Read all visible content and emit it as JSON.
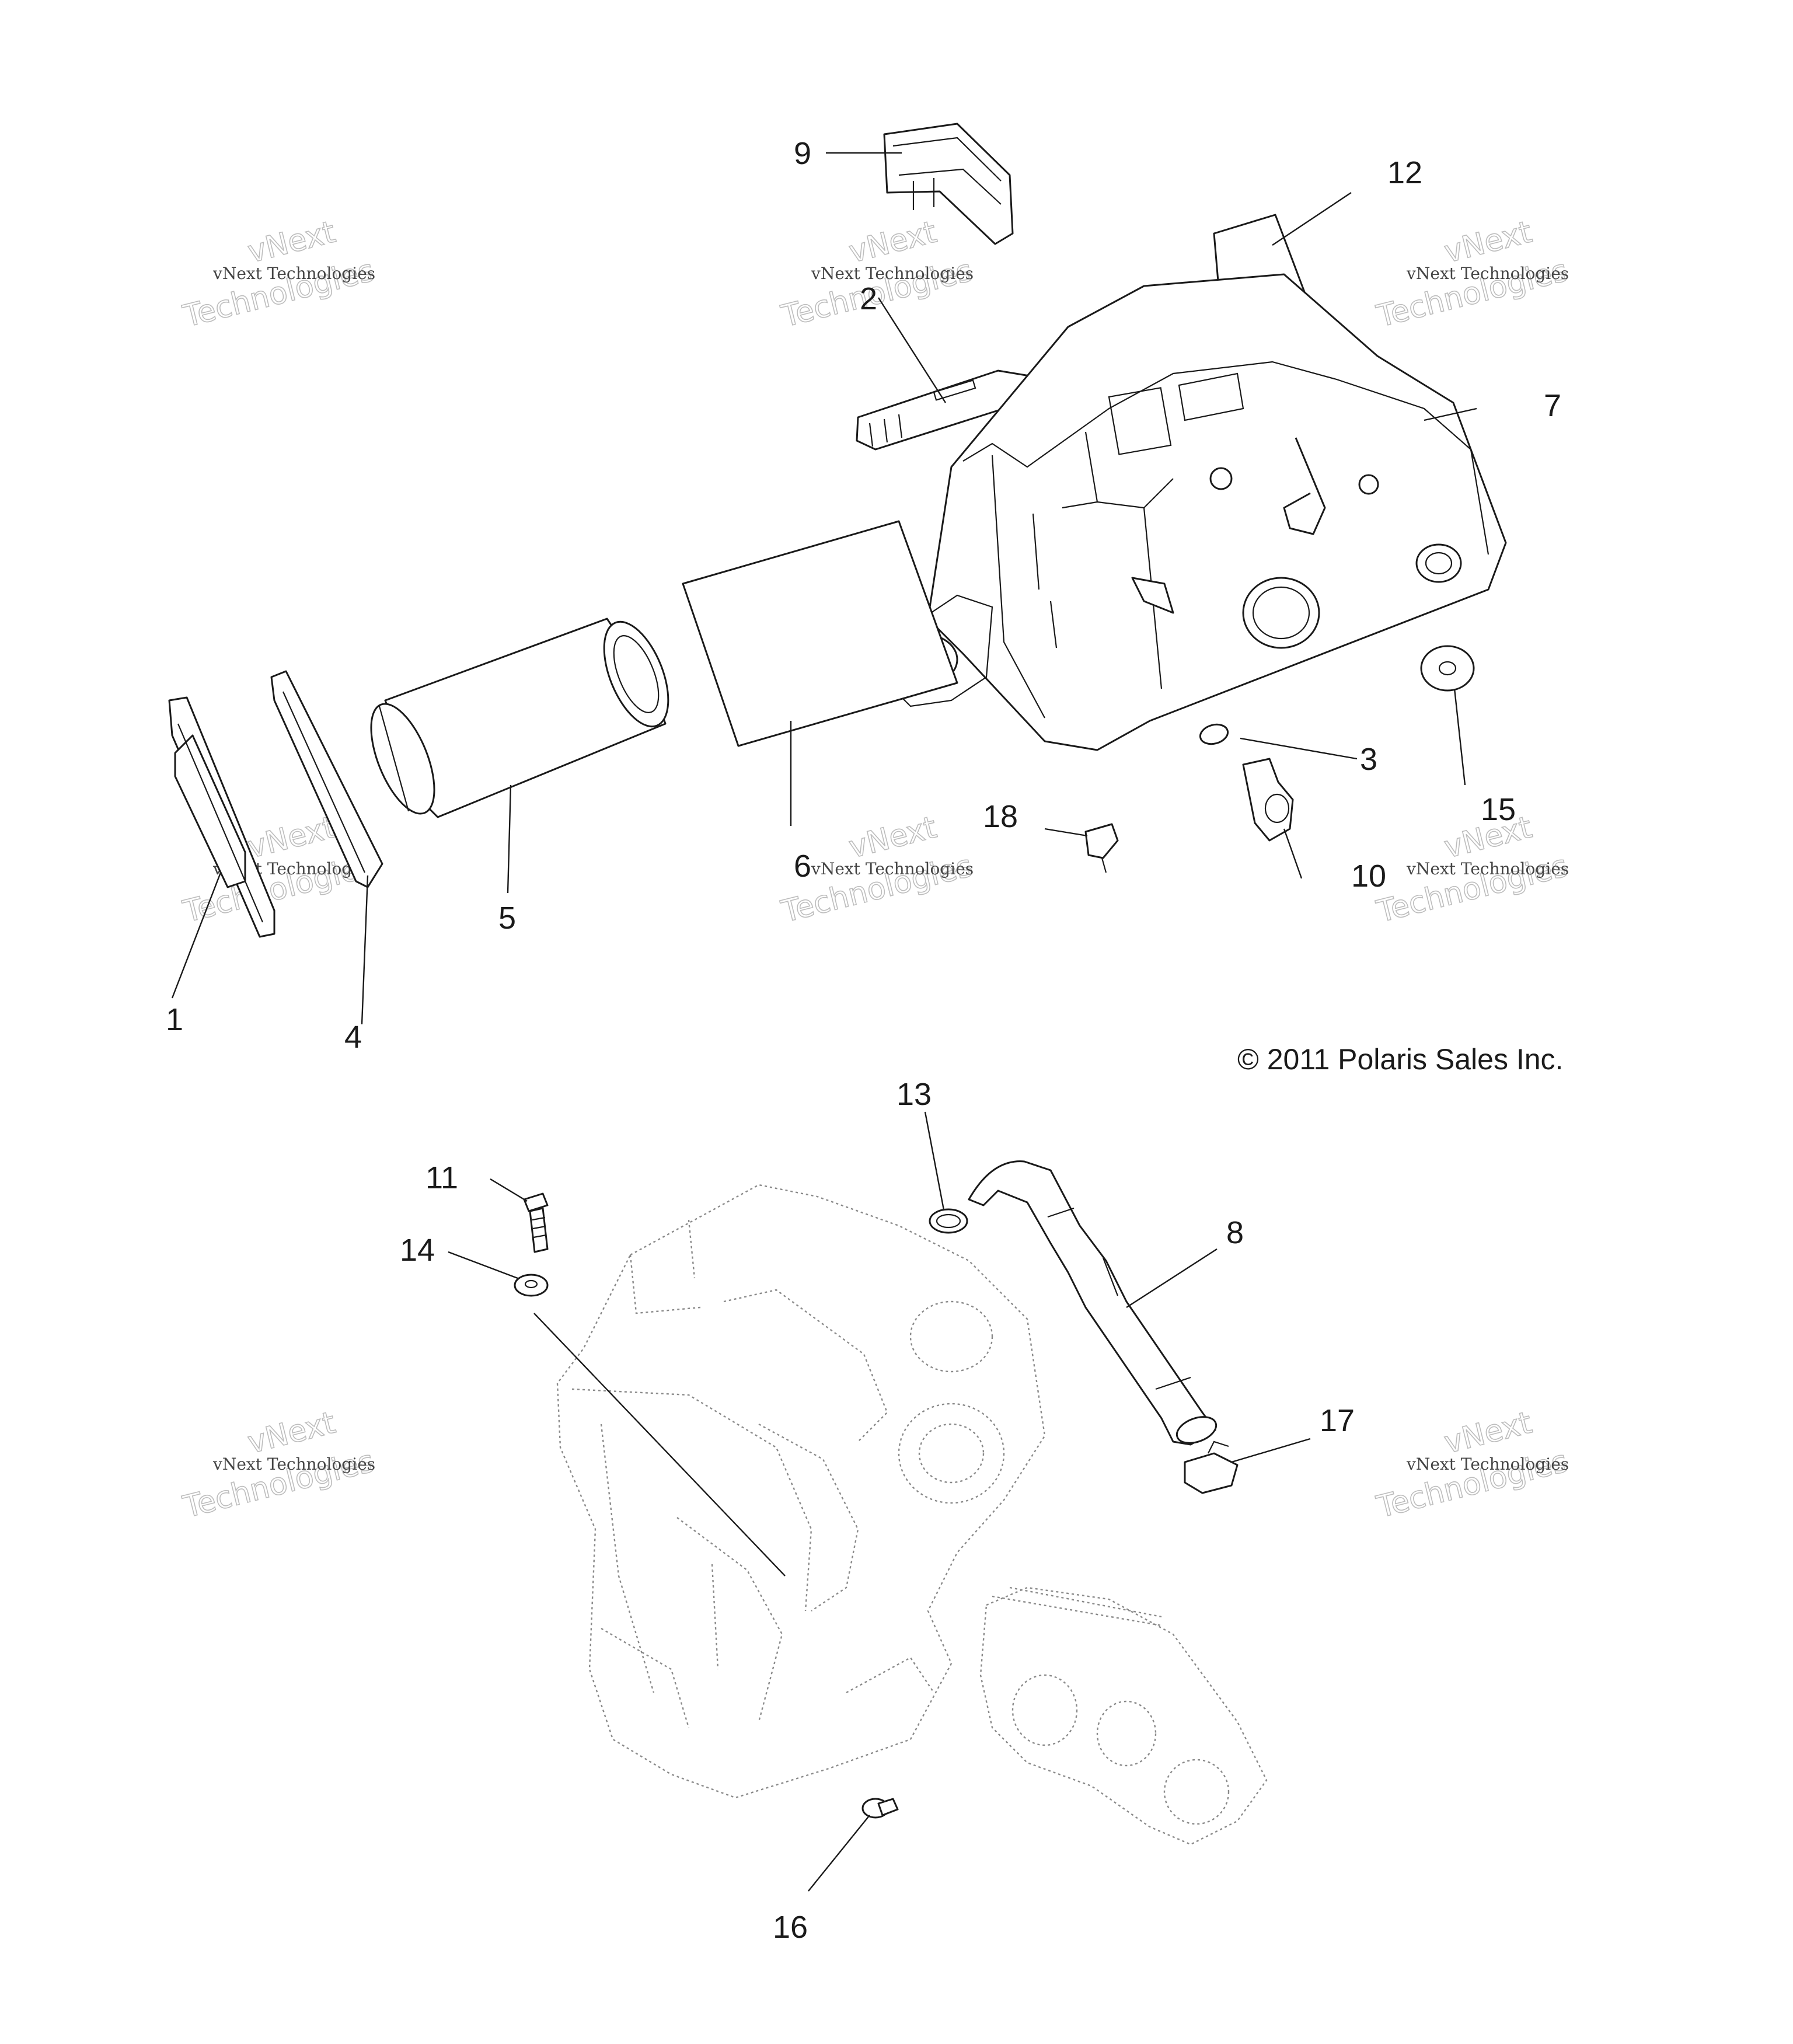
{
  "diagram": {
    "callouts": [
      {
        "id": "1",
        "label": "1"
      },
      {
        "id": "2",
        "label": "2"
      },
      {
        "id": "3",
        "label": "3"
      },
      {
        "id": "4",
        "label": "4"
      },
      {
        "id": "5",
        "label": "5"
      },
      {
        "id": "6",
        "label": "6"
      },
      {
        "id": "7",
        "label": "7"
      },
      {
        "id": "8",
        "label": "8"
      },
      {
        "id": "9",
        "label": "9"
      },
      {
        "id": "10",
        "label": "10"
      },
      {
        "id": "11",
        "label": "11"
      },
      {
        "id": "12",
        "label": "12"
      },
      {
        "id": "13",
        "label": "13"
      },
      {
        "id": "14",
        "label": "14"
      },
      {
        "id": "15",
        "label": "15"
      },
      {
        "id": "16",
        "label": "16"
      },
      {
        "id": "17",
        "label": "17"
      },
      {
        "id": "18",
        "label": "18"
      }
    ],
    "copyright": "© 2011 Polaris Sales Inc.",
    "watermark": {
      "line1": "vNext Technologies",
      "line2": "vNext",
      "line3": "Technologies"
    }
  }
}
